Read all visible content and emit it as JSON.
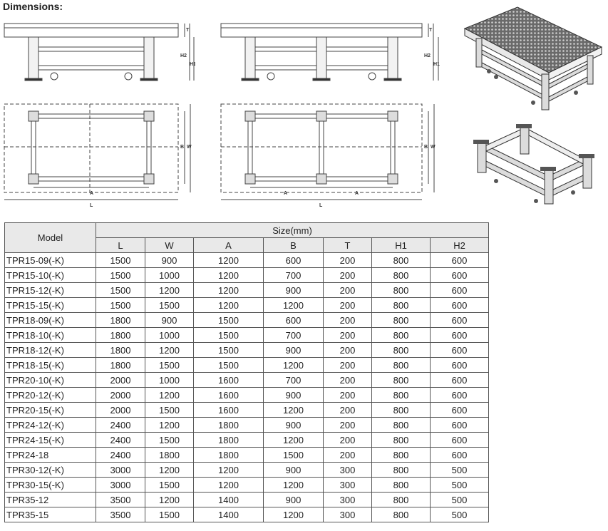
{
  "heading": "Dimensions:",
  "dims": {
    "L": "L",
    "W": "W",
    "A": "A",
    "B": "B",
    "T": "T",
    "H1": "H1",
    "H2": "H2"
  },
  "table": {
    "model_header": "Model",
    "size_header": "Size(mm)",
    "columns": [
      "L",
      "W",
      "A",
      "B",
      "T",
      "H1",
      "H2"
    ],
    "rows": [
      [
        "TPR15-09(-K)",
        "1500",
        "900",
        "1200",
        "600",
        "200",
        "800",
        "600"
      ],
      [
        "TPR15-10(-K)",
        "1500",
        "1000",
        "1200",
        "700",
        "200",
        "800",
        "600"
      ],
      [
        "TPR15-12(-K)",
        "1500",
        "1200",
        "1200",
        "900",
        "200",
        "800",
        "600"
      ],
      [
        "TPR15-15(-K)",
        "1500",
        "1500",
        "1200",
        "1200",
        "200",
        "800",
        "600"
      ],
      [
        "TPR18-09(-K)",
        "1800",
        "900",
        "1500",
        "600",
        "200",
        "800",
        "600"
      ],
      [
        "TPR18-10(-K)",
        "1800",
        "1000",
        "1500",
        "700",
        "200",
        "800",
        "600"
      ],
      [
        "TPR18-12(-K)",
        "1800",
        "1200",
        "1500",
        "900",
        "200",
        "800",
        "600"
      ],
      [
        "TPR18-15(-K)",
        "1800",
        "1500",
        "1500",
        "1200",
        "200",
        "800",
        "600"
      ],
      [
        "TPR20-10(-K)",
        "2000",
        "1000",
        "1600",
        "700",
        "200",
        "800",
        "600"
      ],
      [
        "TPR20-12(-K)",
        "2000",
        "1200",
        "1600",
        "900",
        "200",
        "800",
        "600"
      ],
      [
        "TPR20-15(-K)",
        "2000",
        "1500",
        "1600",
        "1200",
        "200",
        "800",
        "600"
      ],
      [
        "TPR24-12(-K)",
        "2400",
        "1200",
        "1800",
        "900",
        "200",
        "800",
        "600"
      ],
      [
        "TPR24-15(-K)",
        "2400",
        "1500",
        "1800",
        "1200",
        "200",
        "800",
        "600"
      ],
      [
        "TPR24-18",
        "2400",
        "1800",
        "1800",
        "1500",
        "200",
        "800",
        "600"
      ],
      [
        "TPR30-12(-K)",
        "3000",
        "1200",
        "1200",
        "900",
        "300",
        "800",
        "500"
      ],
      [
        "TPR30-15(-K)",
        "3000",
        "1500",
        "1200",
        "1200",
        "300",
        "800",
        "500"
      ],
      [
        "TPR35-12",
        "3500",
        "1200",
        "1400",
        "900",
        "300",
        "800",
        "500"
      ],
      [
        "TPR35-15",
        "3500",
        "1500",
        "1400",
        "1200",
        "300",
        "800",
        "500"
      ]
    ]
  }
}
